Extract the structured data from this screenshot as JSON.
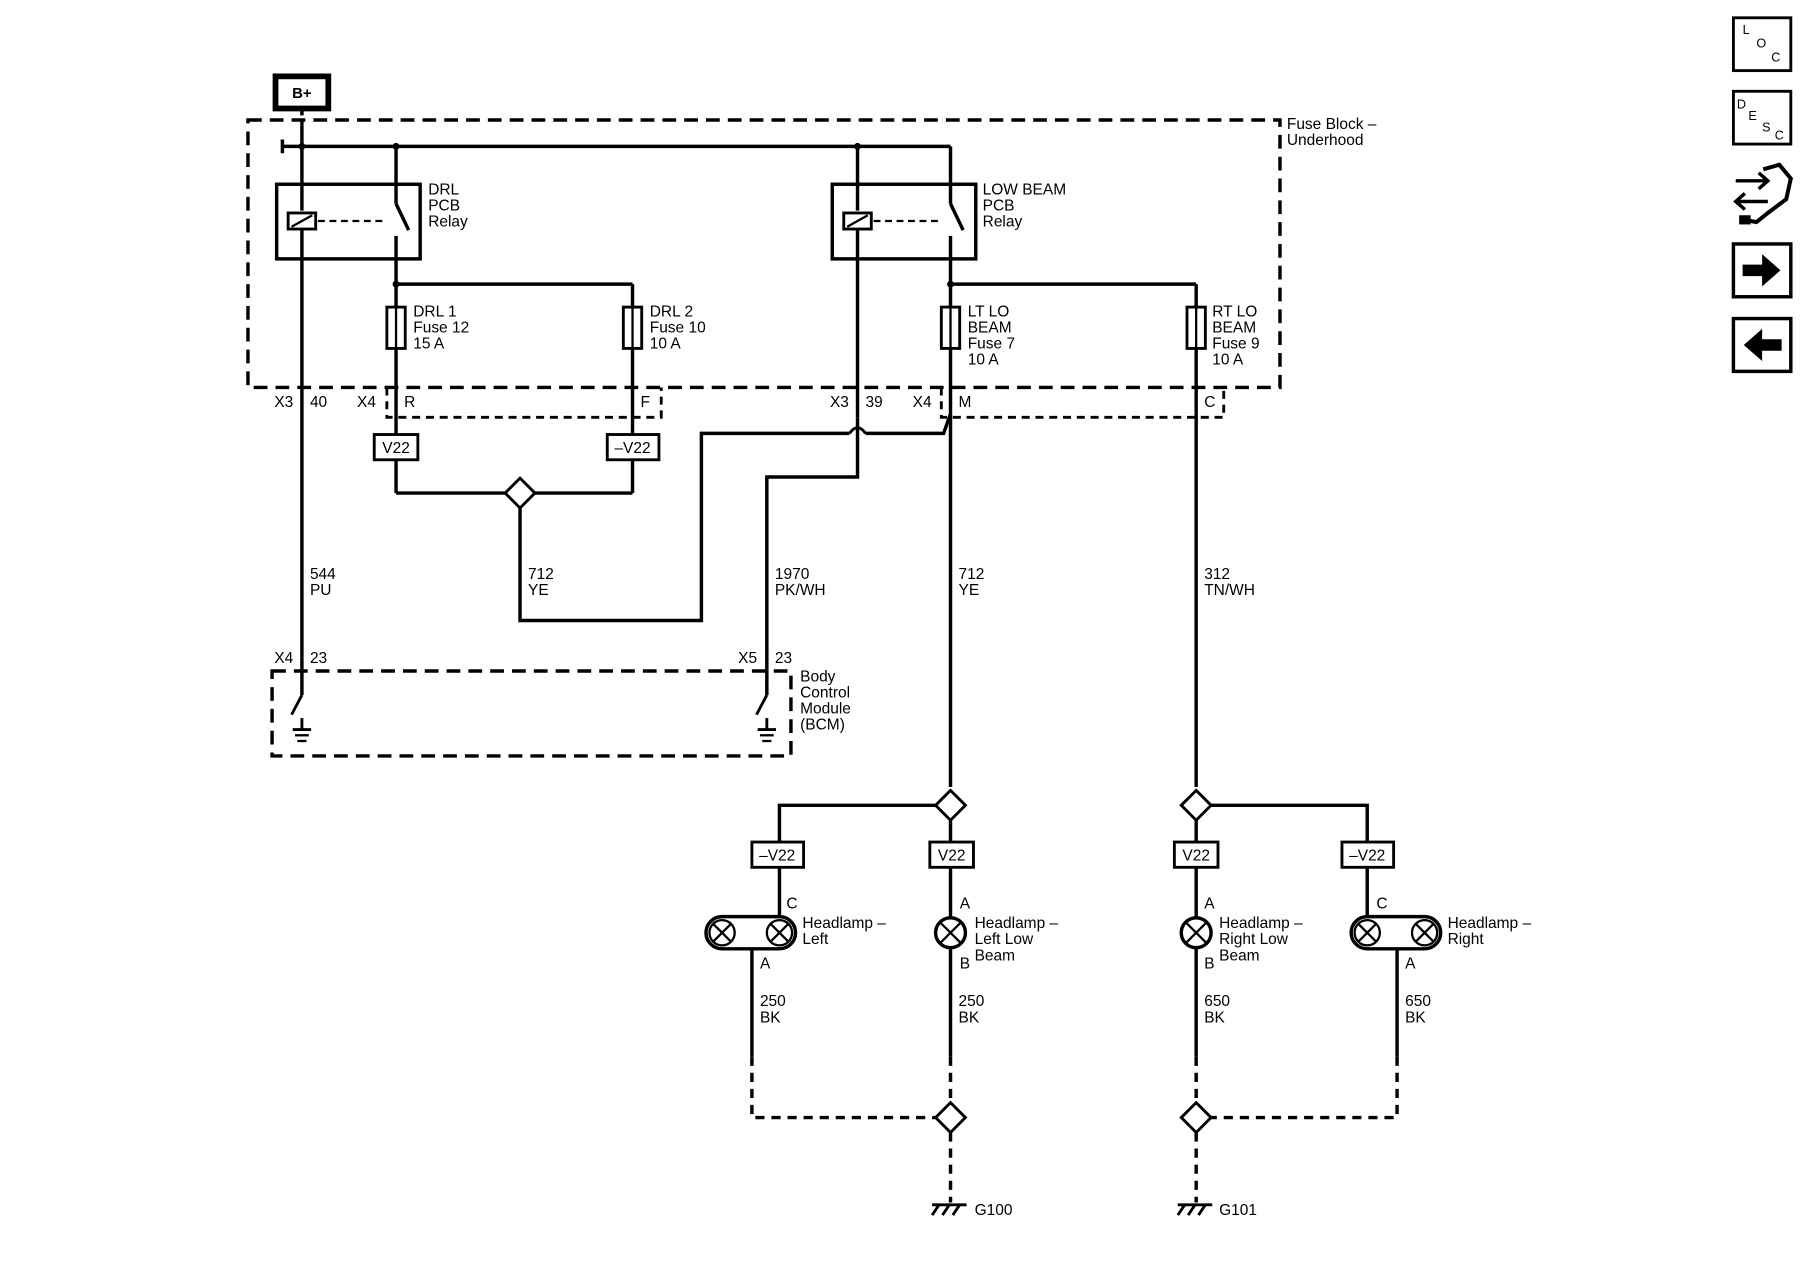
{
  "supply": {
    "label": "B+"
  },
  "fuse_block": {
    "line1": "Fuse Block –",
    "line2": "Underhood"
  },
  "relays": {
    "drl": [
      "DRL",
      "PCB",
      "Relay"
    ],
    "low_beam": [
      "LOW BEAM",
      "PCB",
      "Relay"
    ]
  },
  "fuses": {
    "drl1": [
      "DRL 1",
      "Fuse 12",
      "15 A"
    ],
    "drl2": [
      "DRL 2",
      "Fuse 10",
      "10 A"
    ],
    "lt_lo": [
      "LT LO",
      "BEAM",
      "Fuse 7",
      "10 A"
    ],
    "rt_lo": [
      "RT LO",
      "BEAM",
      "Fuse 9",
      "10 A"
    ]
  },
  "connectors": {
    "x3_40": {
      "conn": "X3",
      "pin": "40"
    },
    "x4_r": {
      "conn": "X4",
      "pin": "R"
    },
    "pin_f": "F",
    "x3_39": {
      "conn": "X3",
      "pin": "39"
    },
    "x4_m": {
      "conn": "X4",
      "pin": "M"
    },
    "pin_c": "C",
    "bcm_x4_23": {
      "conn": "X4",
      "pin": "23"
    },
    "bcm_x5_23": {
      "conn": "X5",
      "pin": "23"
    }
  },
  "options": {
    "v22": "V22",
    "not_v22": "–V22"
  },
  "wires": {
    "w544": {
      "circuit": "544",
      "color": "PU"
    },
    "w712_splice": {
      "circuit": "712",
      "color": "YE"
    },
    "w1970": {
      "circuit": "1970",
      "color": "PK/WH"
    },
    "w712": {
      "circuit": "712",
      "color": "YE"
    },
    "w312": {
      "circuit": "312",
      "color": "TN/WH"
    },
    "w250_a": {
      "circuit": "250",
      "color": "BK"
    },
    "w250_b": {
      "circuit": "250",
      "color": "BK"
    },
    "w650_a": {
      "circuit": "650",
      "color": "BK"
    },
    "w650_b": {
      "circuit": "650",
      "color": "BK"
    }
  },
  "bcm": [
    "Body",
    "Control",
    "Module",
    "(BCM)"
  ],
  "lamps": {
    "left": {
      "name": [
        "Headlamp –",
        "Left"
      ],
      "top_pin": "C",
      "bottom_pin": "A"
    },
    "left_low": {
      "name": [
        "Headlamp –",
        "Left Low",
        "Beam"
      ],
      "top_pin": "A",
      "bottom_pin": "B"
    },
    "right_low": {
      "name": [
        "Headlamp –",
        "Right Low",
        "Beam"
      ],
      "top_pin": "A",
      "bottom_pin": "B"
    },
    "right": {
      "name": [
        "Headlamp –",
        "Right"
      ],
      "top_pin": "C",
      "bottom_pin": "A"
    }
  },
  "grounds": {
    "g100": "G100",
    "g101": "G101"
  },
  "nav": {
    "loc": [
      "L",
      "O",
      "C"
    ],
    "desc": [
      "D",
      "E",
      "S",
      "C"
    ],
    "icons": [
      "connector-views-icon",
      "next-arrow-icon",
      "previous-arrow-icon"
    ]
  }
}
